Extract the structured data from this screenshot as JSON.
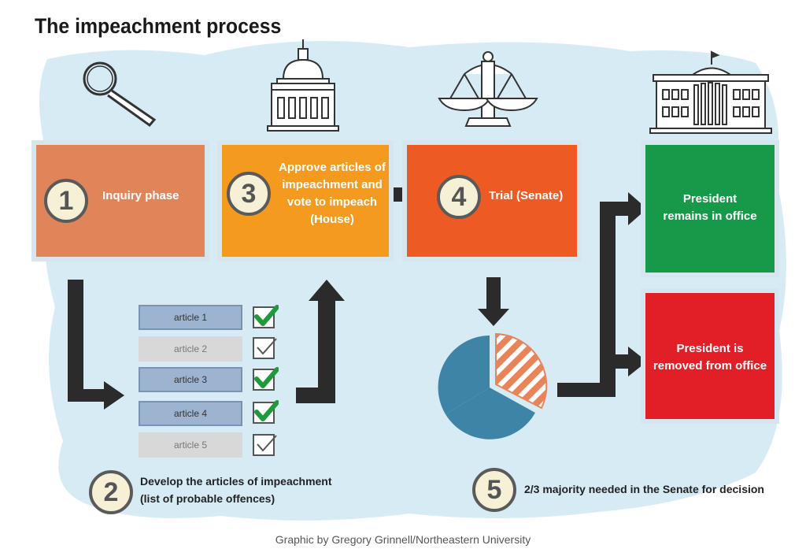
{
  "title": "The impeachment process",
  "steps": {
    "s1": {
      "number": "1",
      "label": "Inquiry phase"
    },
    "s2": {
      "number": "2",
      "line1": "Develop the articles of impeachment",
      "line2": "(list of probable offences)"
    },
    "s3": {
      "number": "3",
      "line1": "Approve articles of",
      "line2": "impeachment and",
      "line3": "vote to impeach",
      "line4": "(House)"
    },
    "s4": {
      "number": "4",
      "label": "Trial (Senate)"
    },
    "s5": {
      "number": "5",
      "label": "2/3 majority needed in the Senate for decision"
    }
  },
  "articles": [
    {
      "label": "article 1",
      "checked": true
    },
    {
      "label": "article 2",
      "checked": false
    },
    {
      "label": "article 3",
      "checked": true
    },
    {
      "label": "article 4",
      "checked": true
    },
    {
      "label": "article 5",
      "checked": false
    }
  ],
  "outcomes": {
    "remains": {
      "line1": "President",
      "line2": "remains in office"
    },
    "removed": {
      "line1": "President is",
      "line2": "removed from office"
    }
  },
  "credit": "Graphic by Gregory Grinnell/Northeastern University",
  "colors": {
    "step1": "#e0855a",
    "step3": "#f39a1f",
    "step4": "#ee5a24",
    "remains": "#17994a",
    "removed": "#e21f26",
    "cloud": "#d6ebf4",
    "arrow": "#2b2b2b",
    "pie_blue": "#3e84a6",
    "pie_orange": "#e8845a",
    "check_green": "#1f9a3a"
  },
  "icons": [
    "magnifier-icon",
    "capitol-icon",
    "scales-icon",
    "white-house-icon",
    "pie-chart-icon",
    "checkbox-icon"
  ]
}
